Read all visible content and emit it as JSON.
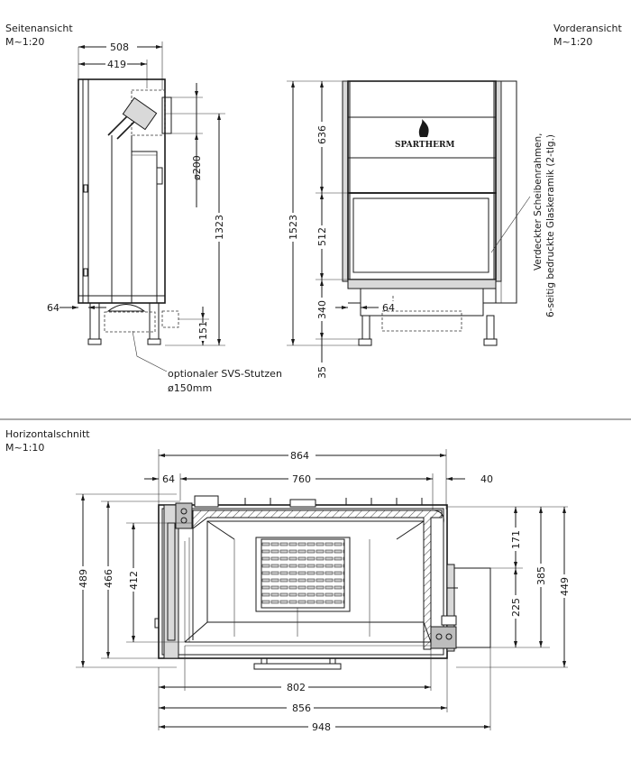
{
  "side_view": {
    "title": "Seitenansicht",
    "scale": "M~1:20",
    "dims": {
      "d508": "508",
      "d419": "419",
      "d200": "ø200",
      "d1323": "1323",
      "d64": "64",
      "d151": "151"
    },
    "note_line1": "optionaler  SVS-Stutzen",
    "note_line2": "ø150mm"
  },
  "front_view": {
    "title": "Vorderansicht",
    "scale": "M~1:20",
    "brand": "SPARTHERM",
    "dims": {
      "d636": "636",
      "d1523": "1523",
      "d512": "512",
      "d340": "340",
      "d64": "64",
      "d35": "35"
    },
    "note_line1": "Verdeckter  Scheibenrahmen,",
    "note_line2": "6-seitig  bedruckte  Glaskeramik  (2-tlg.)"
  },
  "section_view": {
    "title": "Horizontalschnitt",
    "scale": "M~1:10",
    "dims": {
      "d864": "864",
      "d64": "64",
      "d760": "760",
      "d40": "40",
      "d489": "489",
      "d466": "466",
      "d412": "412",
      "d171": "171",
      "d385": "385",
      "d449": "449",
      "d225": "225",
      "d802": "802",
      "d856": "856",
      "d948": "948"
    }
  }
}
